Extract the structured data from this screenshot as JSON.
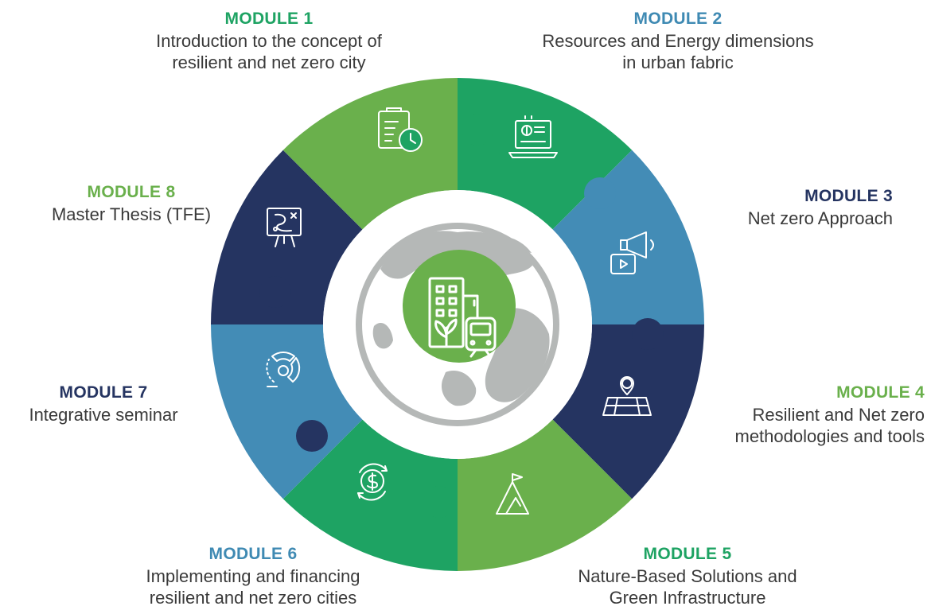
{
  "colors": {
    "green_dark": "#1ea363",
    "blue": "#438cb6",
    "navy": "#253461",
    "green_light": "#6ab04c",
    "globe": "#b5b8b7"
  },
  "modules": [
    {
      "title": "MODULE 1",
      "lines": [
        "Introduction to the concept of",
        "resilient and net zero city"
      ],
      "color": "#1ea363",
      "icon": "clipboard-clock-icon"
    },
    {
      "title": "MODULE 2",
      "lines": [
        "Resources and Energy dimensions",
        "in urban fabric"
      ],
      "color": "#3f8ab3",
      "icon": "laptop-dollar-icon"
    },
    {
      "title": "MODULE 3",
      "lines": [
        "Net zero Approach"
      ],
      "color": "#253461",
      "icon": "megaphone-video-icon"
    },
    {
      "title": "MODULE 4",
      "lines": [
        "Resilient and Net zero",
        "methodologies and tools"
      ],
      "color": "#6ab04c",
      "icon": "map-pin-icon"
    },
    {
      "title": "MODULE 5",
      "lines": [
        "Nature-Based Solutions and",
        "Green Infrastructure"
      ],
      "color": "#1ea363",
      "icon": "mountain-flag-icon"
    },
    {
      "title": "MODULE 6",
      "lines": [
        "Implementing and financing",
        "resilient and net zero cities"
      ],
      "color": "#3f8ab3",
      "icon": "cycle-dollar-icon"
    },
    {
      "title": "MODULE 7",
      "lines": [
        "Integrative seminar"
      ],
      "color": "#253461",
      "icon": "donut-chart-icon"
    },
    {
      "title": "MODULE 8",
      "lines": [
        "Master Thesis (TFE)"
      ],
      "color": "#6ab04c",
      "icon": "presentation-board-icon"
    }
  ],
  "center": {
    "icon": "city-building-tram-icon",
    "globe": "globe-icon"
  }
}
